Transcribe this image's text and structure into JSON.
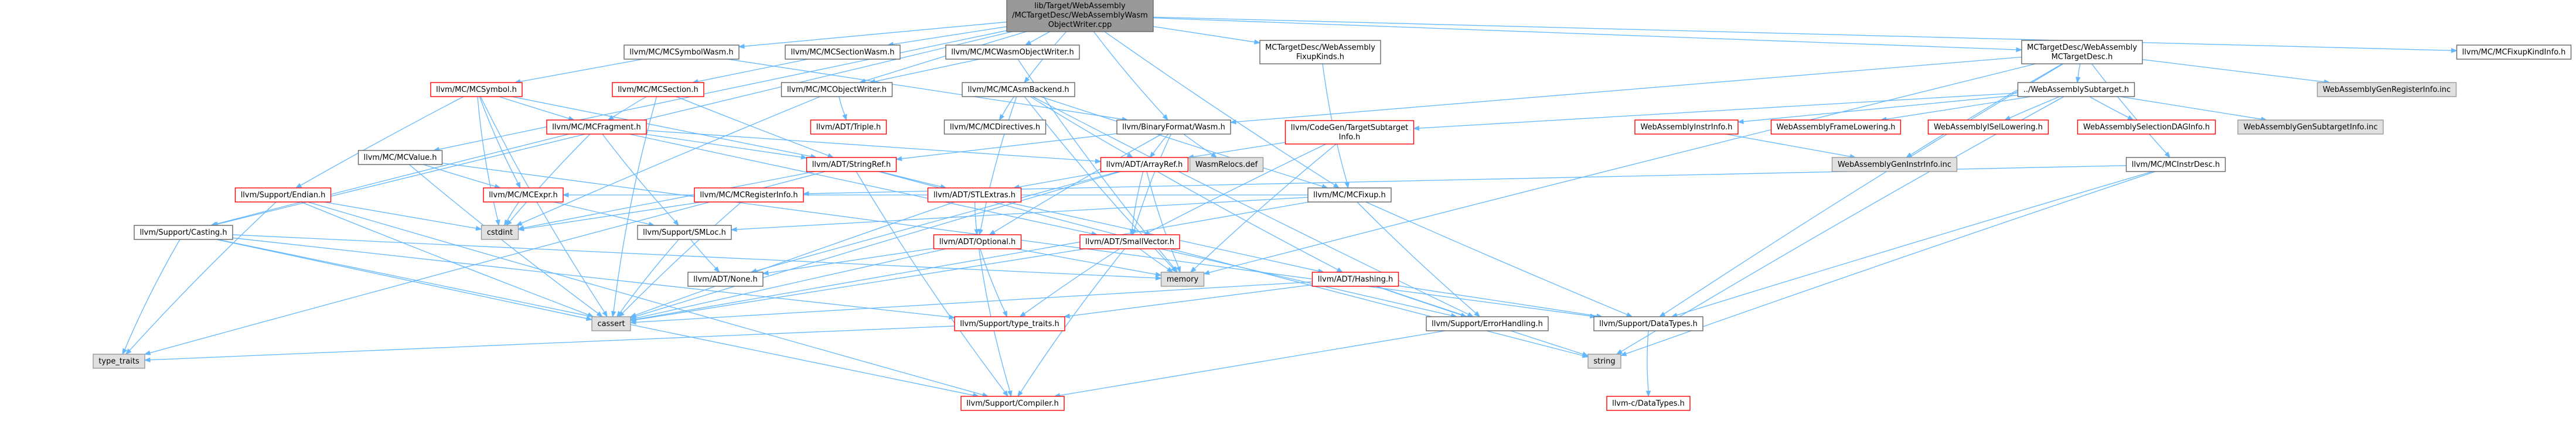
{
  "colors": {
    "root_fill": "#999999",
    "node_fill": "#ffffff",
    "node_stroke_local": "#666666",
    "node_stroke_more": "#ff0000",
    "system_fill": "#e0e0e0",
    "system_stroke": "#999999",
    "edge": "#63b8ff",
    "text": "#000000"
  },
  "nodes": [
    {
      "id": "root",
      "lines": [
        "lib/Target/WebAssembly",
        "/MCTargetDesc/WebAssemblyWasm",
        "ObjectWriter.cpp"
      ],
      "kind": "root"
    },
    {
      "id": "symwasm",
      "lines": [
        "llvm/MC/MCSymbolWasm.h"
      ],
      "kind": "local"
    },
    {
      "id": "secwasm",
      "lines": [
        "llvm/MC/MCSectionWasm.h"
      ],
      "kind": "local"
    },
    {
      "id": "wasmobjw",
      "lines": [
        "llvm/MC/MCWasmObjectWriter.h"
      ],
      "kind": "local"
    },
    {
      "id": "fixupkinds",
      "lines": [
        "MCTargetDesc/WebAssembly",
        "FixupKinds.h"
      ],
      "kind": "local"
    },
    {
      "id": "mctd",
      "lines": [
        "MCTargetDesc/WebAssembly",
        "MCTargetDesc.h"
      ],
      "kind": "local"
    },
    {
      "id": "fixupkindinfo",
      "lines": [
        "llvm/MC/MCFixupKindInfo.h"
      ],
      "kind": "local"
    },
    {
      "id": "mcsymbol",
      "lines": [
        "llvm/MC/MCSymbol.h"
      ],
      "kind": "more"
    },
    {
      "id": "mcsection",
      "lines": [
        "llvm/MC/MCSection.h"
      ],
      "kind": "more"
    },
    {
      "id": "objw",
      "lines": [
        "llvm/MC/MCObjectWriter.h"
      ],
      "kind": "local"
    },
    {
      "id": "asmbackend",
      "lines": [
        "llvm/MC/MCAsmBackend.h"
      ],
      "kind": "local"
    },
    {
      "id": "subtarget",
      "lines": [
        "../WebAssemblySubtarget.h"
      ],
      "kind": "local"
    },
    {
      "id": "genreginfo",
      "lines": [
        "WebAssemblyGenRegisterInfo.inc"
      ],
      "kind": "system"
    },
    {
      "id": "fragment",
      "lines": [
        "llvm/MC/MCFragment.h"
      ],
      "kind": "more"
    },
    {
      "id": "triple",
      "lines": [
        "llvm/ADT/Triple.h"
      ],
      "kind": "more"
    },
    {
      "id": "directives",
      "lines": [
        "llvm/MC/MCDirectives.h"
      ],
      "kind": "local"
    },
    {
      "id": "binformat",
      "lines": [
        "llvm/BinaryFormat/Wasm.h"
      ],
      "kind": "local"
    },
    {
      "id": "cgsubtarget",
      "lines": [
        "llvm/CodeGen/TargetSubtarget",
        "Info.h"
      ],
      "kind": "more"
    },
    {
      "id": "instrinfo",
      "lines": [
        "WebAssemblyInstrInfo.h"
      ],
      "kind": "more"
    },
    {
      "id": "framelow",
      "lines": [
        "WebAssemblyFrameLowering.h"
      ],
      "kind": "more"
    },
    {
      "id": "isellow",
      "lines": [
        "WebAssemblyISelLowering.h"
      ],
      "kind": "more"
    },
    {
      "id": "selectiondag",
      "lines": [
        "WebAssemblySelectionDAGInfo.h"
      ],
      "kind": "more"
    },
    {
      "id": "gensubtarget",
      "lines": [
        "WebAssemblyGenSubtargetInfo.inc"
      ],
      "kind": "system"
    },
    {
      "id": "mcvalue",
      "lines": [
        "llvm/MC/MCValue.h"
      ],
      "kind": "local"
    },
    {
      "id": "stringref",
      "lines": [
        "llvm/ADT/StringRef.h"
      ],
      "kind": "more"
    },
    {
      "id": "wasmrelocs",
      "lines": [
        "WasmRelocs.def"
      ],
      "kind": "system"
    },
    {
      "id": "arrayref",
      "lines": [
        "llvm/ADT/ArrayRef.h"
      ],
      "kind": "more"
    },
    {
      "id": "geninstrinfo",
      "lines": [
        "WebAssemblyGenInstrInfo.inc"
      ],
      "kind": "system"
    },
    {
      "id": "mcinstrdesc",
      "lines": [
        "llvm/MC/MCInstrDesc.h"
      ],
      "kind": "local"
    },
    {
      "id": "endian",
      "lines": [
        "llvm/Support/Endian.h"
      ],
      "kind": "more"
    },
    {
      "id": "mcexpr",
      "lines": [
        "llvm/MC/MCExpr.h"
      ],
      "kind": "more"
    },
    {
      "id": "mcreginfo",
      "lines": [
        "llvm/MC/MCRegisterInfo.h"
      ],
      "kind": "more"
    },
    {
      "id": "stlextras",
      "lines": [
        "llvm/ADT/STLExtras.h"
      ],
      "kind": "more"
    },
    {
      "id": "mcfixup",
      "lines": [
        "llvm/MC/MCFixup.h"
      ],
      "kind": "local"
    },
    {
      "id": "cstdint",
      "lines": [
        "cstdint"
      ],
      "kind": "system"
    },
    {
      "id": "smloc",
      "lines": [
        "llvm/Support/SMLoc.h"
      ],
      "kind": "local"
    },
    {
      "id": "casting",
      "lines": [
        "llvm/Support/Casting.h"
      ],
      "kind": "local"
    },
    {
      "id": "optional",
      "lines": [
        "llvm/ADT/Optional.h"
      ],
      "kind": "more"
    },
    {
      "id": "smallvector",
      "lines": [
        "llvm/ADT/SmallVector.h"
      ],
      "kind": "more"
    },
    {
      "id": "memory",
      "lines": [
        "memory"
      ],
      "kind": "system"
    },
    {
      "id": "none",
      "lines": [
        "llvm/ADT/None.h"
      ],
      "kind": "local"
    },
    {
      "id": "hashing",
      "lines": [
        "llvm/ADT/Hashing.h"
      ],
      "kind": "more"
    },
    {
      "id": "cassert",
      "lines": [
        "cassert"
      ],
      "kind": "system"
    },
    {
      "id": "typetraits",
      "lines": [
        "llvm/Support/type_traits.h"
      ],
      "kind": "more"
    },
    {
      "id": "errorhandling",
      "lines": [
        "llvm/Support/ErrorHandling.h"
      ],
      "kind": "local"
    },
    {
      "id": "datatypes",
      "lines": [
        "llvm/Support/DataTypes.h"
      ],
      "kind": "local"
    },
    {
      "id": "type_traits",
      "lines": [
        "type_traits"
      ],
      "kind": "system"
    },
    {
      "id": "compiler",
      "lines": [
        "llvm/Support/Compiler.h"
      ],
      "kind": "more"
    },
    {
      "id": "string",
      "lines": [
        "string"
      ],
      "kind": "system"
    },
    {
      "id": "cdatatypes",
      "lines": [
        "llvm-c/DataTypes.h"
      ],
      "kind": "more"
    }
  ],
  "edges": [
    [
      "root",
      "symwasm"
    ],
    [
      "root",
      "secwasm"
    ],
    [
      "root",
      "wasmobjw"
    ],
    [
      "root",
      "fixupkinds"
    ],
    [
      "root",
      "mctd"
    ],
    [
      "root",
      "fixupkindinfo"
    ],
    [
      "root",
      "asmbackend"
    ],
    [
      "root",
      "objw"
    ],
    [
      "root",
      "binformat"
    ],
    [
      "root",
      "mcvalue"
    ],
    [
      "root",
      "mcfixup"
    ],
    [
      "root",
      "casting"
    ],
    [
      "symwasm",
      "mcsymbol"
    ],
    [
      "symwasm",
      "binformat"
    ],
    [
      "secwasm",
      "mcsection"
    ],
    [
      "wasmobjw",
      "objw"
    ],
    [
      "wasmobjw",
      "memory"
    ],
    [
      "fixupkinds",
      "mcfixup"
    ],
    [
      "mctd",
      "subtarget"
    ],
    [
      "mctd",
      "genreginfo"
    ],
    [
      "mctd",
      "binformat"
    ],
    [
      "mctd",
      "geninstrinfo"
    ],
    [
      "mctd",
      "mcinstrdesc"
    ],
    [
      "mctd",
      "datatypes"
    ],
    [
      "mctd",
      "memory"
    ],
    [
      "mcsymbol",
      "fragment"
    ],
    [
      "mcsymbol",
      "stringref"
    ],
    [
      "mcsymbol",
      "mcexpr"
    ],
    [
      "mcsymbol",
      "cassert"
    ],
    [
      "mcsymbol",
      "cstdint"
    ],
    [
      "mcsymbol",
      "endian"
    ],
    [
      "mcsection",
      "fragment"
    ],
    [
      "mcsection",
      "stringref"
    ],
    [
      "mcsection",
      "cassert"
    ],
    [
      "objw",
      "triple"
    ],
    [
      "objw",
      "cstdint"
    ],
    [
      "asmbackend",
      "arrayref"
    ],
    [
      "asmbackend",
      "directives"
    ],
    [
      "asmbackend",
      "mcfixup"
    ],
    [
      "asmbackend",
      "optional"
    ],
    [
      "asmbackend",
      "errorhandling"
    ],
    [
      "asmbackend",
      "memory"
    ],
    [
      "subtarget",
      "cgsubtarget"
    ],
    [
      "subtarget",
      "instrinfo"
    ],
    [
      "subtarget",
      "framelow"
    ],
    [
      "subtarget",
      "isellow"
    ],
    [
      "subtarget",
      "selectiondag"
    ],
    [
      "subtarget",
      "gensubtarget"
    ],
    [
      "subtarget",
      "string"
    ],
    [
      "fragment",
      "arrayref"
    ],
    [
      "fragment",
      "smallvector"
    ],
    [
      "fragment",
      "stringref"
    ],
    [
      "fragment",
      "smloc"
    ],
    [
      "fragment",
      "casting"
    ],
    [
      "fragment",
      "cstdint"
    ],
    [
      "binformat",
      "arrayref"
    ],
    [
      "binformat",
      "stringref"
    ],
    [
      "binformat",
      "wasmrelocs"
    ],
    [
      "binformat",
      "optional"
    ],
    [
      "binformat",
      "smallvector"
    ],
    [
      "cgsubtarget",
      "arrayref"
    ],
    [
      "cgsubtarget",
      "smallvector"
    ],
    [
      "cgsubtarget",
      "memory"
    ],
    [
      "instrinfo",
      "geninstrinfo"
    ],
    [
      "mcvalue",
      "mcexpr"
    ],
    [
      "mcvalue",
      "datatypes"
    ],
    [
      "mcvalue",
      "cassert"
    ],
    [
      "stringref",
      "stlextras"
    ],
    [
      "stringref",
      "compiler"
    ],
    [
      "stringref",
      "cstdint"
    ],
    [
      "stringref",
      "type_traits"
    ],
    [
      "stringref",
      "string"
    ],
    [
      "arrayref",
      "hashing"
    ],
    [
      "arrayref",
      "none"
    ],
    [
      "arrayref",
      "smallvector"
    ],
    [
      "arrayref",
      "stlextras"
    ],
    [
      "arrayref",
      "memory"
    ],
    [
      "arrayref",
      "cassert"
    ],
    [
      "mcinstrdesc",
      "mcreginfo"
    ],
    [
      "mcinstrdesc",
      "datatypes"
    ],
    [
      "mcinstrdesc",
      "string"
    ],
    [
      "endian",
      "compiler"
    ],
    [
      "endian",
      "cassert"
    ],
    [
      "endian",
      "cstdint"
    ],
    [
      "endian",
      "type_traits"
    ],
    [
      "mcexpr",
      "smloc"
    ],
    [
      "mcexpr",
      "cstdint"
    ],
    [
      "mcreginfo",
      "cassert"
    ],
    [
      "mcreginfo",
      "cstdint"
    ],
    [
      "stlextras",
      "optional"
    ],
    [
      "stlextras",
      "hashing"
    ],
    [
      "stlextras",
      "cassert"
    ],
    [
      "mcfixup",
      "mcexpr"
    ],
    [
      "mcfixup",
      "datatypes"
    ],
    [
      "mcfixup",
      "errorhandling"
    ],
    [
      "mcfixup",
      "smloc"
    ],
    [
      "mcfixup",
      "cassert"
    ],
    [
      "smloc",
      "none"
    ],
    [
      "smloc",
      "cassert"
    ],
    [
      "casting",
      "typetraits"
    ],
    [
      "casting",
      "compiler"
    ],
    [
      "casting",
      "cassert"
    ],
    [
      "casting",
      "memory"
    ],
    [
      "casting",
      "type_traits"
    ],
    [
      "optional",
      "none"
    ],
    [
      "optional",
      "typetraits"
    ],
    [
      "optional",
      "compiler"
    ],
    [
      "optional",
      "cassert"
    ],
    [
      "optional",
      "memory"
    ],
    [
      "smallvector",
      "typetraits"
    ],
    [
      "smallvector",
      "compiler"
    ],
    [
      "smallvector",
      "errorhandling"
    ],
    [
      "smallvector",
      "cassert"
    ],
    [
      "smallvector",
      "memory"
    ],
    [
      "hashing",
      "datatypes"
    ],
    [
      "hashing",
      "errorhandling"
    ],
    [
      "hashing",
      "typetraits"
    ],
    [
      "hashing",
      "cassert"
    ],
    [
      "hashing",
      "string"
    ],
    [
      "typetraits",
      "type_traits"
    ],
    [
      "errorhandling",
      "compiler"
    ],
    [
      "datatypes",
      "cdatatypes"
    ]
  ]
}
